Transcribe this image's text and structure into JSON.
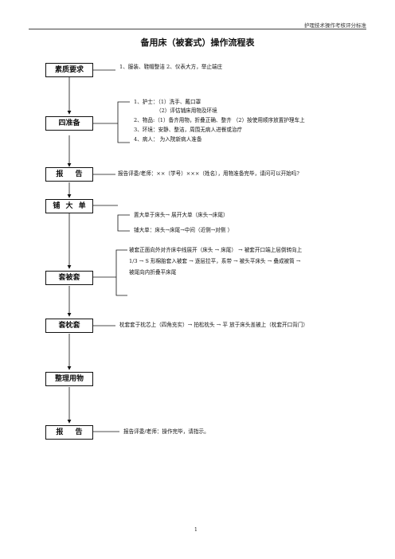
{
  "header": {
    "subtitle": "护理技术操作考核评分标准",
    "page_number": "1"
  },
  "title": "备用床（被套式）操作流程表",
  "steps": [
    {
      "label": "素质要求",
      "lines": [
        "1、服装、鞋帽整洁 2、仪表大方，举止端庄"
      ]
    },
    {
      "label": "四准备",
      "lines": [
        "1、护士：（1）洗手、戴口罩",
        "（2）评估铺床用物及环境",
        "2、物品:（1）备齐用物，折叠正确、整齐 （2）按使用顺序放置护理车上",
        "3、环境：安静、整洁，周围无病人进餐或治疗",
        "4、病人： 为入院新病人准备"
      ]
    },
    {
      "label": "报 告",
      "lines": [
        "报告评委/老师：××（学号）×××（姓名），用物准备完毕，请问可以开始吗?"
      ]
    },
    {
      "label": "铺 大 单",
      "lines": [
        "置大单于床头→ 展开大单（床头→床尾）",
        "铺大单：床头→床尾→中间（近侧→对侧 ）"
      ]
    },
    {
      "label": "套被套",
      "lines": [
        "被套正面向外对齐床中线展开（床头 → 床尾） → 被套开口端上层倒转向上",
        "1/3 → S 形棉胎套入被套 → 逐层拉平，系带 → 被头平床头 → 叠成被筒 →",
        "被尾向内折叠平床尾"
      ]
    },
    {
      "label": "套枕套",
      "lines": [
        "枕套套于枕芯上（四角充实）→ 拍松枕头 → 平 放于床头盖被上（枕套开口背门）"
      ]
    },
    {
      "label": "整理用物",
      "lines": []
    },
    {
      "label": "报 告",
      "lines": [
        "报告评委/老师：操作完毕，请指示。"
      ]
    }
  ]
}
